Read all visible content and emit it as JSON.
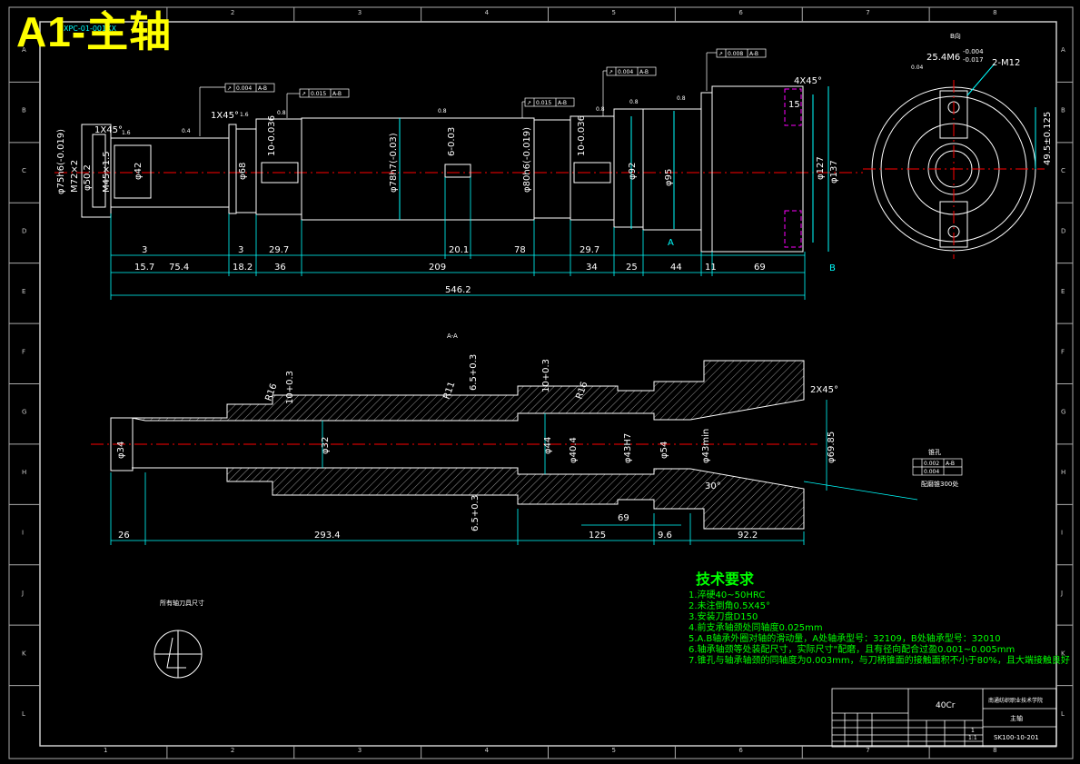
{
  "header": {
    "sheet_title": "A1-主轴",
    "drawing_code": "XPC-01-001XX"
  },
  "border_zones": {
    "columns": [
      "1",
      "2",
      "3",
      "4",
      "5",
      "6",
      "7",
      "8"
    ],
    "rows": [
      "A",
      "B",
      "C",
      "D",
      "E",
      "F",
      "G",
      "H",
      "I",
      "J",
      "K",
      "L"
    ]
  },
  "main_view": {
    "diameters": [
      "φ75h6(-0.019)",
      "M72×2",
      "φ50.2",
      "M45×1.5",
      "φ42",
      "φ68",
      "φ78h7(-0.03)",
      "φ80h6(-0.019)",
      "φ92",
      "φ95",
      "φ127",
      "φ137"
    ],
    "chamfers": [
      "1X45°",
      "1X45°",
      "4X45°"
    ],
    "keyways": [
      "10-0.036",
      "6-0.03",
      "10-0.036"
    ],
    "dims_upper": [
      "3",
      "3",
      "29.7",
      "20.1",
      "78",
      "29.7"
    ],
    "dims_lower": [
      "15.7",
      "75.4",
      "18.2",
      "36",
      "209",
      "34",
      "25",
      "44",
      "11",
      "69"
    ],
    "total_length": "546.2",
    "dim_15": "15",
    "datum_a": "A",
    "datum_b": "B",
    "roughness": [
      "0.8",
      "0.8",
      "0.8",
      "0.8",
      "0.8",
      "1.6",
      "1.6",
      "0.4"
    ]
  },
  "tolerance_frames": [
    {
      "symbol": "↗",
      "value": "0.004",
      "datum": "A-B"
    },
    {
      "symbol": "↗",
      "value": "0.015",
      "datum": "A-B"
    },
    {
      "symbol": "↗",
      "value": "0.015",
      "datum": "A-B"
    },
    {
      "symbol": "↗",
      "value": "0.004",
      "datum": "A-B"
    },
    {
      "symbol": "↗",
      "value": "0.008",
      "datum": "A-B"
    }
  ],
  "end_view": {
    "label": "B向",
    "thread": "25.4M6",
    "thread_tol_upper": "-0.004",
    "thread_tol_lower": "-0.017",
    "holes": "2-M12",
    "dim_vertical": "49.5±0.125",
    "position_frame": "0.04"
  },
  "section_view": {
    "label": "A-A",
    "dims": [
      "26",
      "293.4",
      "125",
      "9.6",
      "92.2"
    ],
    "dim_69": "69",
    "diameters": [
      "φ34",
      "φ32",
      "φ44",
      "φ40.4",
      "φ43H7",
      "φ54",
      "φ43min",
      "φ69.85"
    ],
    "radii": [
      "R16",
      "R11",
      "R16"
    ],
    "grooves": [
      "10+0.3",
      "6.5+0.3",
      "10+0.3",
      "6.5+0.3"
    ],
    "chamfer": "2X45°",
    "taper_angle": "30°",
    "taper_callout_title": "锥孔",
    "taper_callout_note": "配磨锥300处",
    "taper_frames": [
      "0.002",
      "0.004"
    ],
    "taper_datum": "A-B"
  },
  "tech_requirements": {
    "heading": "技术要求",
    "items": [
      "1.淬硬40~50HRC",
      "2.未注倒角0.5X45°",
      "3.安装刀盘D150",
      "4.前支承轴颈处同轴度0.025mm",
      "5.A.B轴承外圈对轴的滑动量，A处轴承型号：32109，B处轴承型号：32010",
      "6.轴承轴颈等处装配尺寸，实际尺寸\"配磨，且有径向配合过盈0.001~0.005mm",
      "7.锥孔与轴承轴颈的同轴度为0.003mm，与刀柄锥面的接触面积不小于80%，且大端接触良好"
    ]
  },
  "small_note": "所有轴刀具尺寸",
  "title_block": {
    "material": "40Cr",
    "school": "南通纺织职业技术学院",
    "part_name": "主轴",
    "drawing_no": "SK100-10-201",
    "scale": "1:1",
    "qty": "1"
  }
}
